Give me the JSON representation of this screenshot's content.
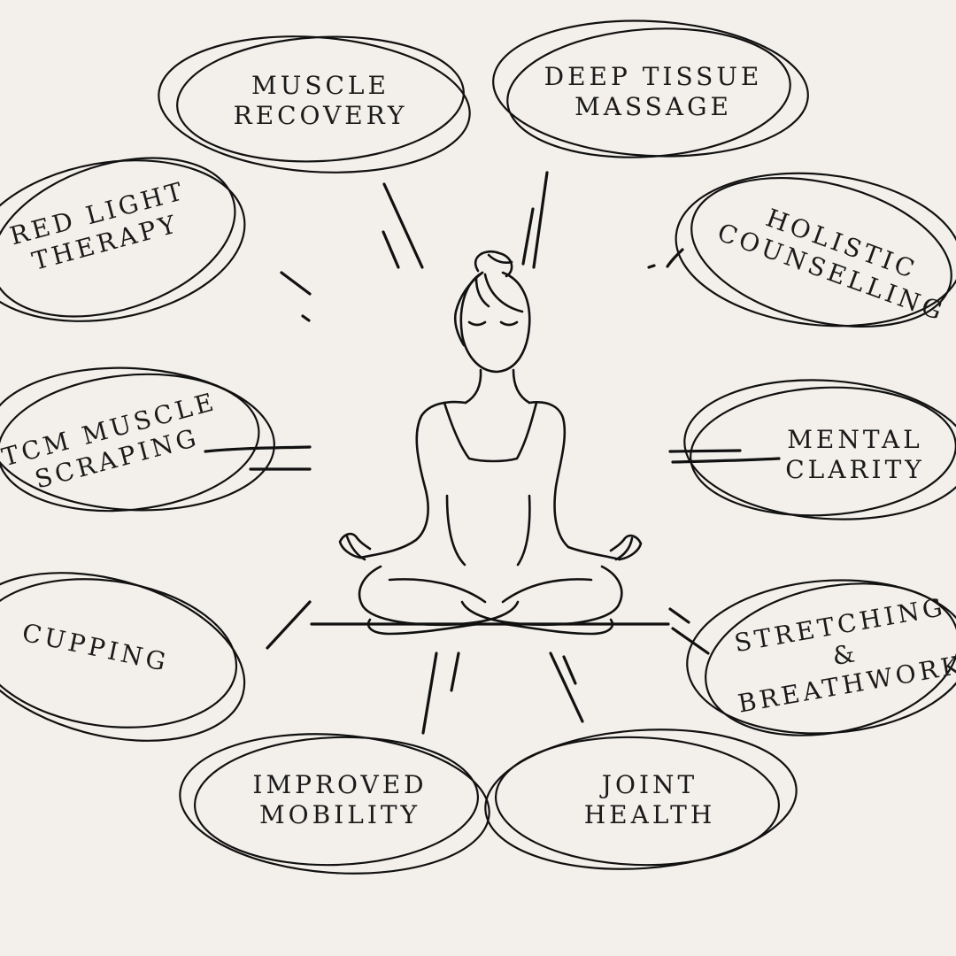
{
  "colors": {
    "background": "#f3f0eb",
    "ink": "#111111"
  },
  "figure": {
    "icon": "meditating-woman-icon"
  },
  "bubbles": [
    {
      "id": "muscle-recovery",
      "lines": [
        "MUSCLE",
        "RECOVERY"
      ]
    },
    {
      "id": "deep-tissue-massage",
      "lines": [
        "DEEP TISSUE",
        "MASSAGE"
      ]
    },
    {
      "id": "red-light-therapy",
      "lines": [
        "RED LIGHT",
        "THERAPY"
      ]
    },
    {
      "id": "holistic-counselling",
      "lines": [
        "HOLISTIC",
        "COUNSELLING"
      ]
    },
    {
      "id": "tcm-muscle-scraping",
      "lines": [
        "TCM MUSCLE",
        "SCRAPING"
      ]
    },
    {
      "id": "mental-clarity",
      "lines": [
        "MENTAL",
        "CLARITY"
      ]
    },
    {
      "id": "cupping",
      "lines": [
        "CUPPING"
      ]
    },
    {
      "id": "stretching-breathwork",
      "lines": [
        "STRETCHING",
        "&",
        "BREATHWORK"
      ]
    },
    {
      "id": "improved-mobility",
      "lines": [
        "IMPROVED",
        "MOBILITY"
      ]
    },
    {
      "id": "joint-health",
      "lines": [
        "JOINT",
        "HEALTH"
      ]
    }
  ]
}
